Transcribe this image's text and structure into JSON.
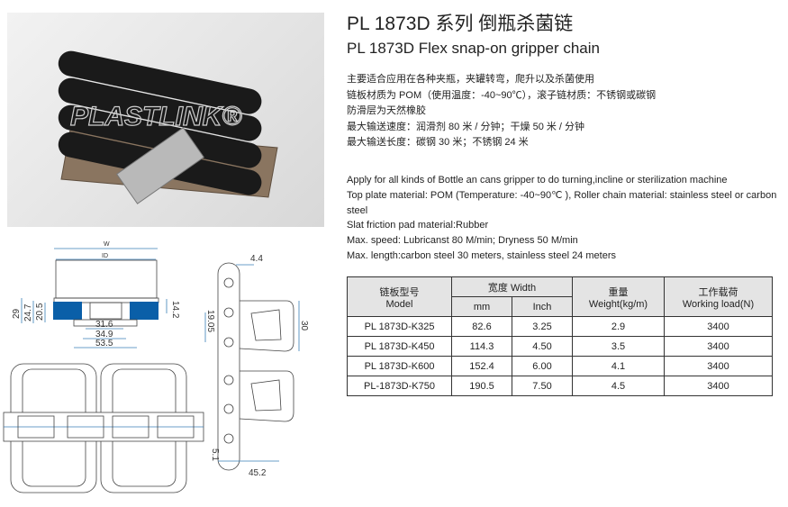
{
  "header": {
    "title": "PL 1873D 系列 倒瓶杀菌链",
    "subtitle": "PL 1873D Flex snap-on gripper chain"
  },
  "photo": {
    "watermark": "PLASTLINK®"
  },
  "description_cn": [
    "主要适合应用在各种夹瓶，夹罐转弯，爬升以及杀菌使用",
    "链板材质为 POM（使用温度：-40~90℃），滚子链材质：不锈钢或碳钢",
    "防滑层为天然橡胶",
    "最大输送速度：润滑剂 80 米 / 分钟；干燥 50 米 / 分钟",
    "最大输送长度：碳钢 30 米；不锈钢 24 米"
  ],
  "description_en": [
    "Apply for all kinds of Bottle an cans gripper to do turning,incline or sterilization machine",
    "Top plate material: POM (Temperature: -40~90℃ ), Roller chain material: stainless steel or carbon steel",
    "Slat friction pad material:Rubber",
    "Max. speed: Lubricanst 80 M/min; Dryness 50 M/min",
    "Max. length:carbon steel 30 meters, stainless steel 24 meters"
  ],
  "table": {
    "h_model": "链板型号",
    "h_model_en": "Model",
    "h_width": "宽度 Width",
    "h_mm": "mm",
    "h_inch": "Inch",
    "h_weight": "重量",
    "h_weight_en": "Weight(kg/m)",
    "h_load": "工作载荷",
    "h_load_en": "Working load(N)",
    "rows": [
      [
        "PL 1873D-K325",
        "82.6",
        "3.25",
        "2.9",
        "3400"
      ],
      [
        "PL 1873D-K450",
        "114.3",
        "4.50",
        "3.5",
        "3400"
      ],
      [
        "PL 1873D-K600",
        "152.4",
        "6.00",
        "4.1",
        "3400"
      ],
      [
        "PL-1873D-K750",
        "190.5",
        "7.50",
        "4.5",
        "3400"
      ]
    ]
  },
  "drawing": {
    "dims": {
      "w": "W",
      "id": "ID",
      "d29": "29",
      "d247": "24.7",
      "d205": "20.5",
      "d142": "14.2",
      "d316": "31.6",
      "d349": "34.9",
      "d535": "53.5",
      "d44": "4.4",
      "d1905": "19.05",
      "d30": "30",
      "d51": "5.1",
      "d452": "45.2"
    }
  },
  "colors": {
    "pad": "#0a5fa8",
    "rubber": "#1a1a1a",
    "plate": "#8a7560"
  }
}
